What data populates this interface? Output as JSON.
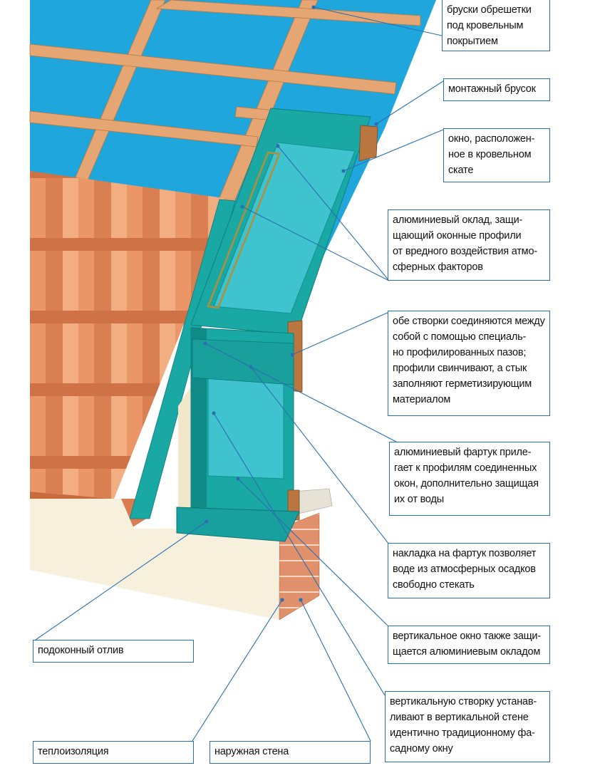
{
  "labels": {
    "battens": [
      "бруски обрешетки",
      "под кровельным",
      "покрытием"
    ],
    "mount_batten": [
      "монтажный брусок"
    ],
    "roof_window": [
      "окно, расположен-",
      "ное в кровельном",
      "скате"
    ],
    "alu_flashing": [
      "алюминиевый оклад, защи-",
      "щающий оконные профили",
      "от вредного воздействия атмо-",
      "сферных факторов"
    ],
    "sash_joint": [
      "обе створки соединяются между",
      "собой с помощью специаль-",
      "но профилированных пазов;",
      "профили свинчивают, а стык",
      "заполняют герметизирующим",
      "материалом"
    ],
    "alu_apron": [
      "алюминиевый фартук приле-",
      "гает к профилям соединенных",
      "окон, дополнительно защищая",
      "их от воды"
    ],
    "apron_cover": [
      "накладка на фартук позволяет",
      "воде из атмосферных осадков",
      "свободно стекать"
    ],
    "vertical_flashing": [
      "вертикальное окно также защи-",
      "щается алюминиевым окладом"
    ],
    "vertical_sash": [
      "вертикальную створку устанав-",
      "ливают в вертикальной стене",
      "идентично традиционному фа-",
      "садному окну"
    ],
    "sill": [
      "подоконный отлив"
    ],
    "insulation": [
      "теплоизоляция"
    ],
    "outer_wall": [
      "наружная стена"
    ]
  },
  "colors": {
    "sky_membrane": "#1fa6dd",
    "batten_wood": "#e3a06a",
    "tile": "#ea9464",
    "window_frame": "#1aa8a5",
    "glass": "#3fc3cf",
    "wall": "#f6f0dc",
    "brick": "#e0906a",
    "leader_line": "#2a6fb0"
  }
}
